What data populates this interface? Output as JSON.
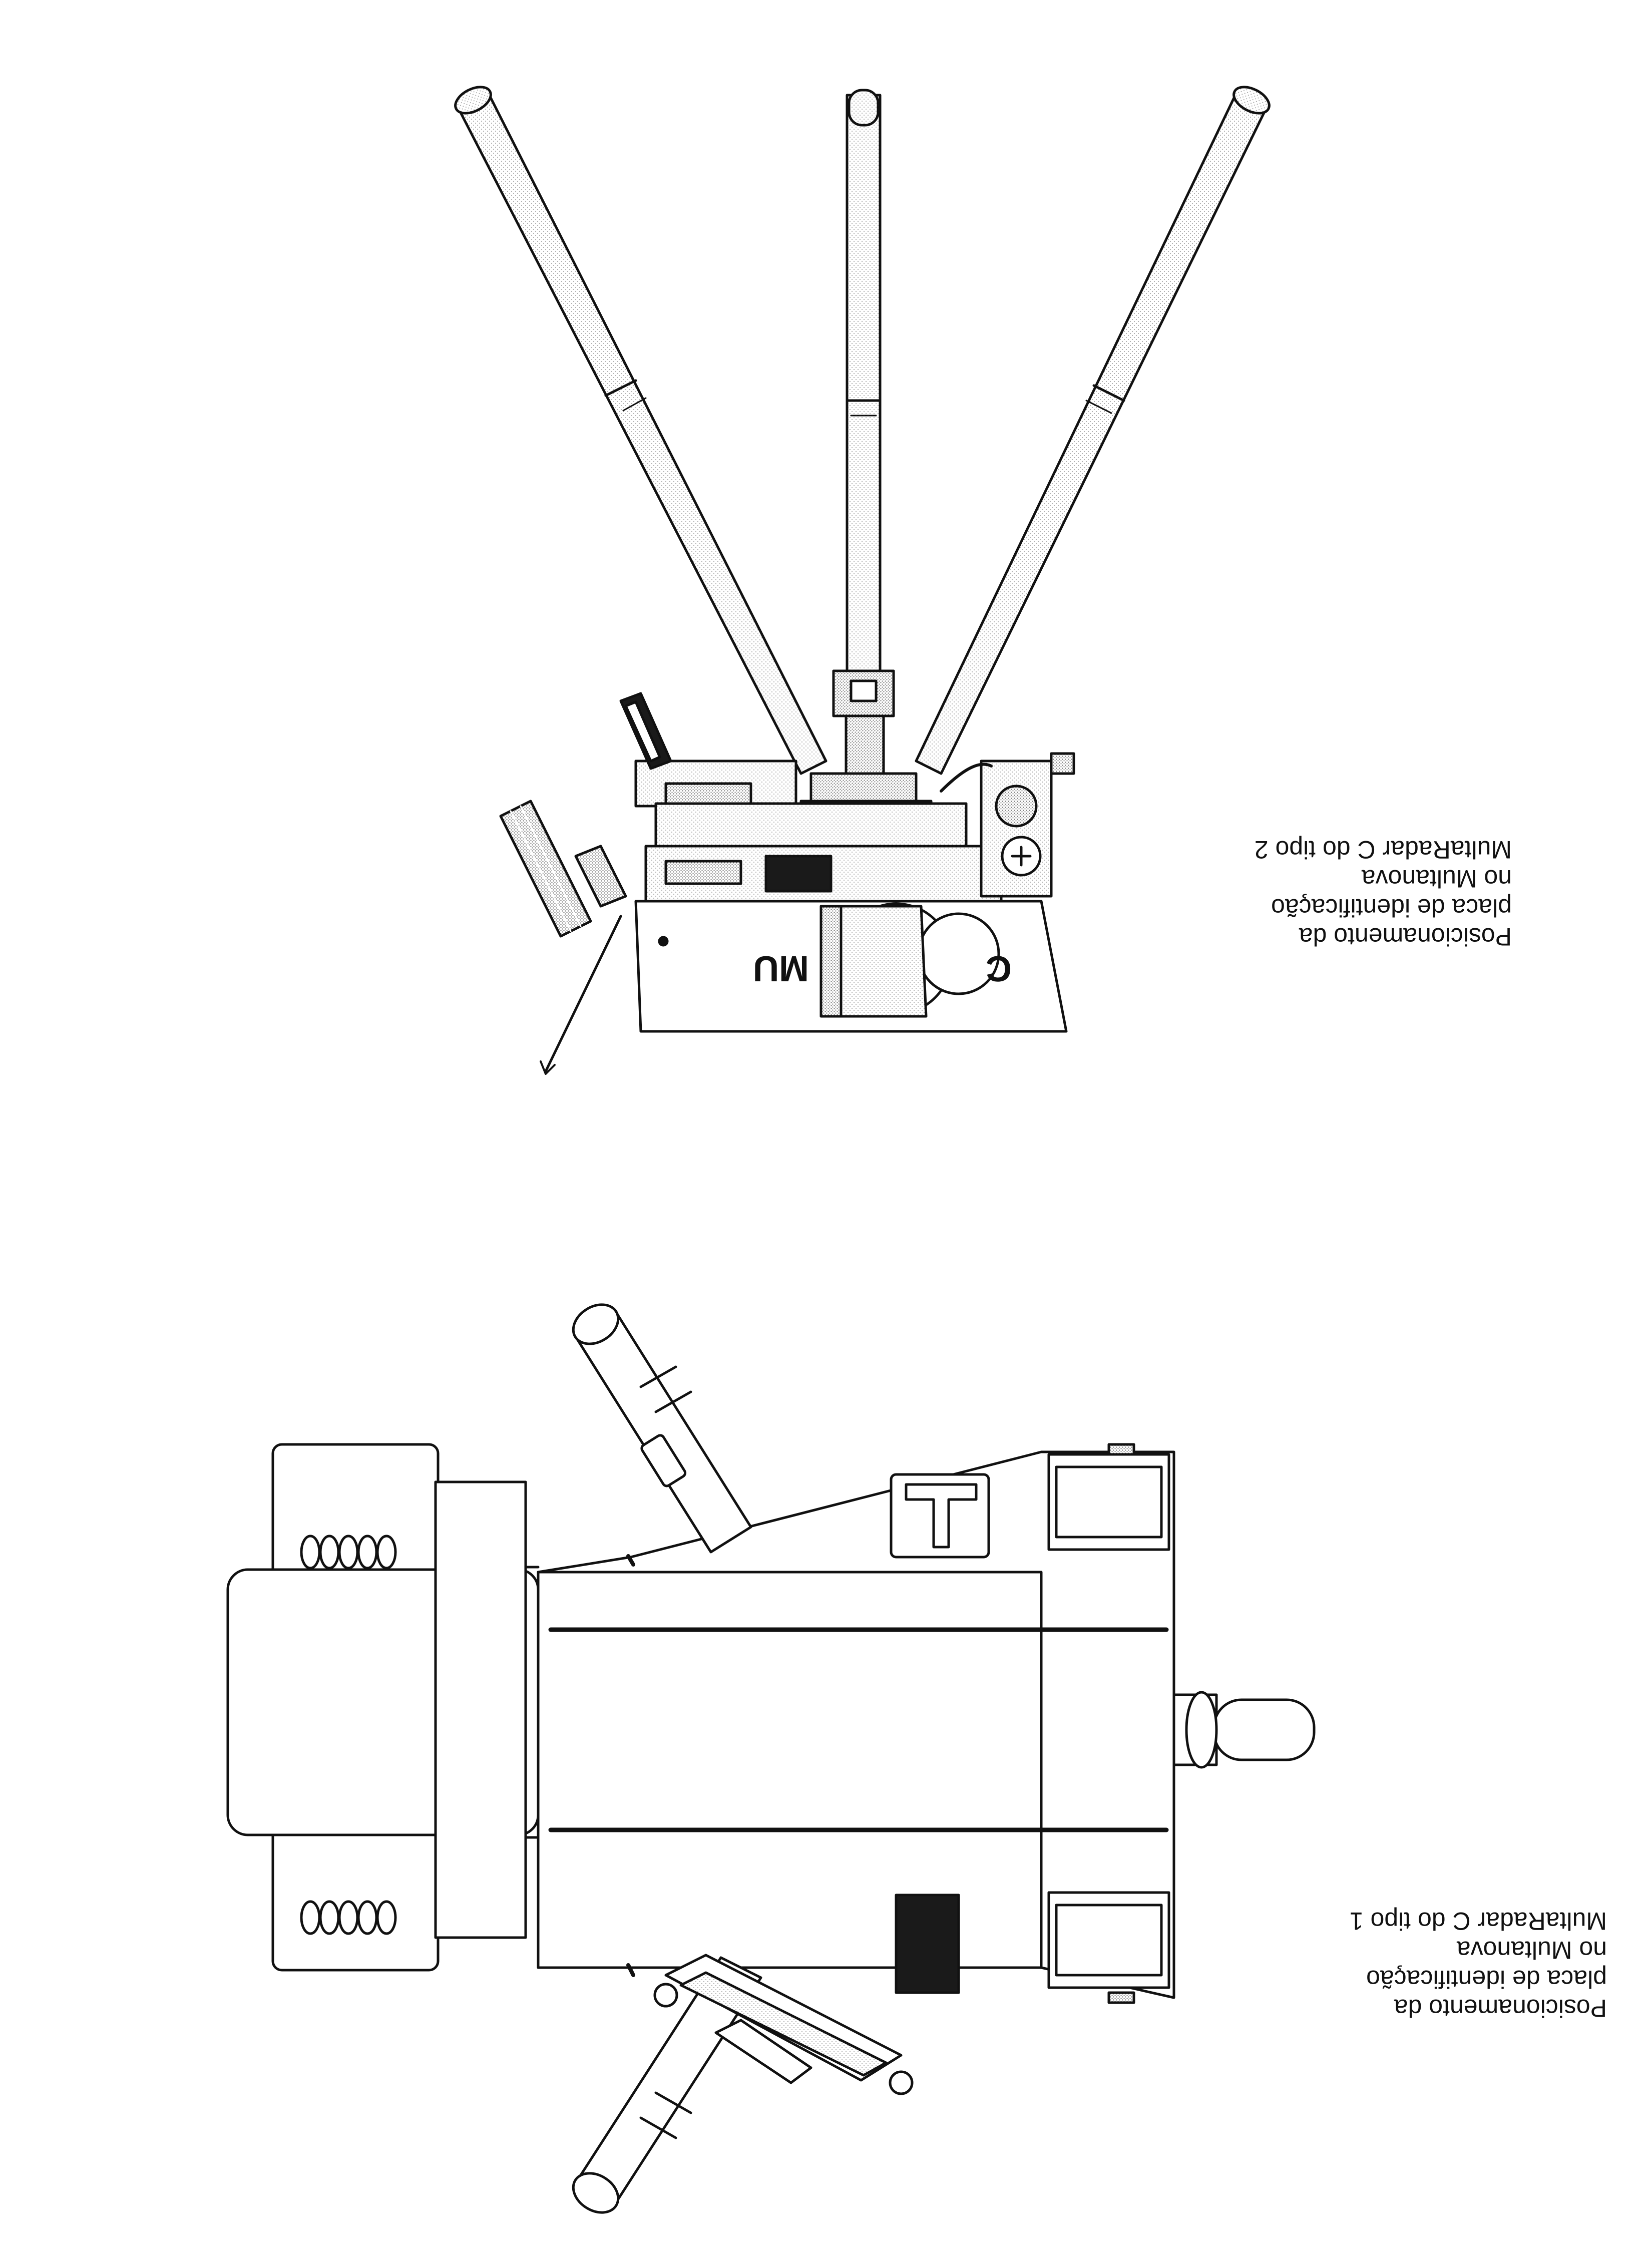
{
  "captions": {
    "type2": {
      "line1": "Posicionamento da",
      "line2": "placa de identificação",
      "line3": "no Multanova",
      "line4": "MultaRadar C do tipo 2"
    },
    "type1": {
      "line1": "Posicionamento da",
      "line2": "placa de identificação",
      "line3": "no Multanova",
      "line4": "MultaRadar C do tipo 1"
    }
  },
  "device_label": {
    "left": "MU",
    "right": "C"
  },
  "colors": {
    "ink": "#111111",
    "paper": "#ffffff",
    "shade": "#8a8a8a",
    "plate": "#1a1a1a"
  }
}
